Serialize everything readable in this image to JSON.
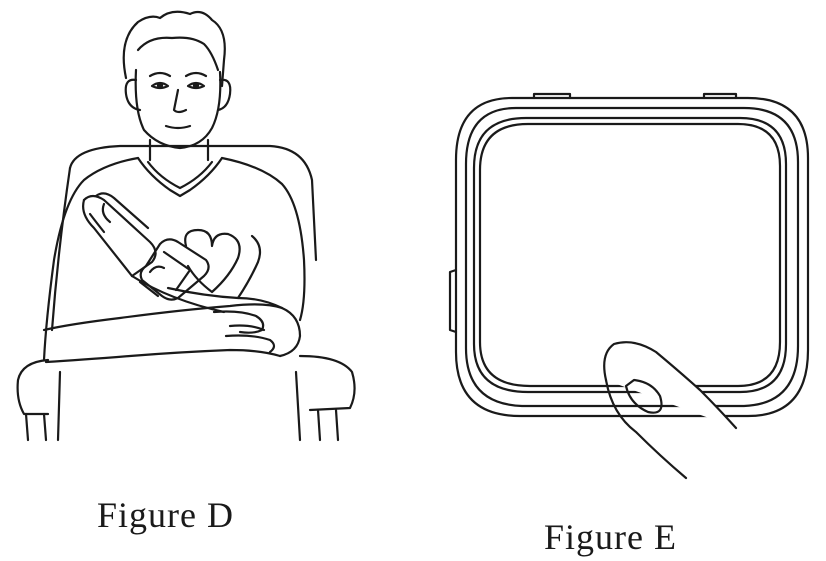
{
  "figures": [
    {
      "caption": "Figure D",
      "depicts": "seated person holding wrist blood pressure monitor at heart level"
    },
    {
      "caption": "Figure E",
      "depicts": "finger pressing square device screen"
    }
  ],
  "colors": {
    "line": "#1a1a1a",
    "background": "#ffffff"
  }
}
